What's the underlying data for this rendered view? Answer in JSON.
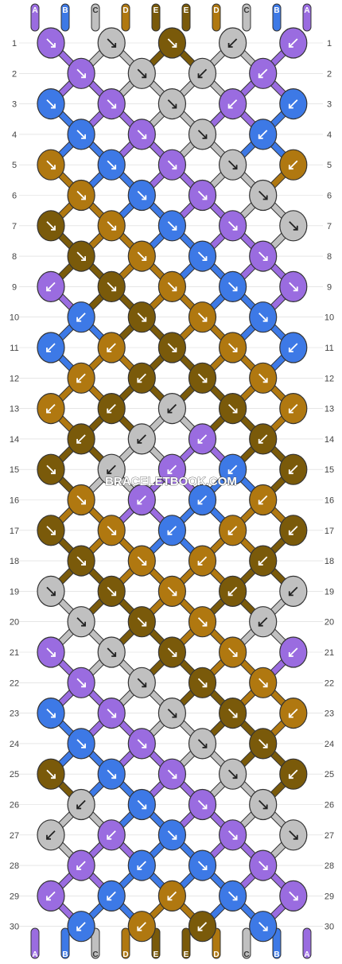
{
  "colors": {
    "A": "#9a6ce0",
    "B": "#3d79e6",
    "C": "#c0c0c0",
    "D": "#b07810",
    "E": "#7a5a0a",
    "arrow": "#ffffff",
    "arrow_on_light": "#222222",
    "outline": "#333333",
    "grid": "#d8d8d8"
  },
  "top_strands": [
    "A",
    "B",
    "C",
    "D",
    "E",
    "E",
    "D",
    "C",
    "B",
    "A"
  ],
  "bottom_strands": [
    "A",
    "B",
    "C",
    "D",
    "E",
    "E",
    "D",
    "C",
    "B",
    "A"
  ],
  "row_numbers": [
    1,
    2,
    3,
    4,
    5,
    6,
    7,
    8,
    9,
    10,
    11,
    12,
    13,
    14,
    15,
    16,
    17,
    18,
    19,
    20,
    21,
    22,
    23,
    24,
    25,
    26,
    27,
    28,
    29,
    30
  ],
  "watermark": "BRACELETBOOK.COM",
  "knot_rows": [
    {
      "row": 1,
      "knots": [
        {
          "c": "A",
          "d": "r"
        },
        {
          "c": "C",
          "d": "r"
        },
        {
          "c": "E",
          "d": "r"
        },
        {
          "c": "C",
          "d": "l"
        },
        {
          "c": "A",
          "d": "l"
        }
      ]
    },
    {
      "row": 2,
      "knots": [
        {
          "c": "A",
          "d": "r"
        },
        {
          "c": "C",
          "d": "r"
        },
        {
          "c": "C",
          "d": "l"
        },
        {
          "c": "A",
          "d": "l"
        }
      ]
    },
    {
      "row": 3,
      "knots": [
        {
          "c": "B",
          "d": "r"
        },
        {
          "c": "A",
          "d": "r"
        },
        {
          "c": "C",
          "d": "r"
        },
        {
          "c": "A",
          "d": "l"
        },
        {
          "c": "B",
          "d": "l"
        }
      ]
    },
    {
      "row": 4,
      "knots": [
        {
          "c": "B",
          "d": "r"
        },
        {
          "c": "A",
          "d": "r"
        },
        {
          "c": "C",
          "d": "r"
        },
        {
          "c": "B",
          "d": "l"
        }
      ]
    },
    {
      "row": 5,
      "knots": [
        {
          "c": "D",
          "d": "r"
        },
        {
          "c": "B",
          "d": "r"
        },
        {
          "c": "A",
          "d": "r"
        },
        {
          "c": "C",
          "d": "r"
        },
        {
          "c": "D",
          "d": "l"
        }
      ]
    },
    {
      "row": 6,
      "knots": [
        {
          "c": "D",
          "d": "r"
        },
        {
          "c": "B",
          "d": "r"
        },
        {
          "c": "A",
          "d": "r"
        },
        {
          "c": "C",
          "d": "r"
        }
      ]
    },
    {
      "row": 7,
      "knots": [
        {
          "c": "E",
          "d": "r"
        },
        {
          "c": "D",
          "d": "r"
        },
        {
          "c": "B",
          "d": "r"
        },
        {
          "c": "A",
          "d": "r"
        },
        {
          "c": "C",
          "d": "r"
        }
      ]
    },
    {
      "row": 8,
      "knots": [
        {
          "c": "E",
          "d": "r"
        },
        {
          "c": "D",
          "d": "r"
        },
        {
          "c": "B",
          "d": "r"
        },
        {
          "c": "A",
          "d": "r"
        }
      ]
    },
    {
      "row": 9,
      "knots": [
        {
          "c": "A",
          "d": "l"
        },
        {
          "c": "E",
          "d": "r"
        },
        {
          "c": "D",
          "d": "r"
        },
        {
          "c": "B",
          "d": "r"
        },
        {
          "c": "A",
          "d": "r"
        }
      ]
    },
    {
      "row": 10,
      "knots": [
        {
          "c": "B",
          "d": "l"
        },
        {
          "c": "E",
          "d": "r"
        },
        {
          "c": "D",
          "d": "r"
        },
        {
          "c": "B",
          "d": "r"
        }
      ]
    },
    {
      "row": 11,
      "knots": [
        {
          "c": "B",
          "d": "l"
        },
        {
          "c": "D",
          "d": "l"
        },
        {
          "c": "E",
          "d": "r"
        },
        {
          "c": "D",
          "d": "r"
        },
        {
          "c": "B",
          "d": "l"
        }
      ]
    },
    {
      "row": 12,
      "knots": [
        {
          "c": "D",
          "d": "l"
        },
        {
          "c": "E",
          "d": "l"
        },
        {
          "c": "E",
          "d": "r"
        },
        {
          "c": "D",
          "d": "r"
        }
      ]
    },
    {
      "row": 13,
      "knots": [
        {
          "c": "D",
          "d": "l"
        },
        {
          "c": "E",
          "d": "l"
        },
        {
          "c": "C",
          "d": "l"
        },
        {
          "c": "E",
          "d": "r"
        },
        {
          "c": "D",
          "d": "l"
        }
      ]
    },
    {
      "row": 14,
      "knots": [
        {
          "c": "E",
          "d": "l"
        },
        {
          "c": "C",
          "d": "l"
        },
        {
          "c": "A",
          "d": "l"
        },
        {
          "c": "E",
          "d": "l"
        }
      ]
    },
    {
      "row": 15,
      "knots": [
        {
          "c": "E",
          "d": "r"
        },
        {
          "c": "C",
          "d": "l"
        },
        {
          "c": "A",
          "d": "l"
        },
        {
          "c": "B",
          "d": "l"
        },
        {
          "c": "E",
          "d": "l"
        }
      ]
    },
    {
      "row": 16,
      "knots": [
        {
          "c": "D",
          "d": "r"
        },
        {
          "c": "A",
          "d": "l"
        },
        {
          "c": "B",
          "d": "l"
        },
        {
          "c": "D",
          "d": "l"
        }
      ]
    },
    {
      "row": 17,
      "knots": [
        {
          "c": "E",
          "d": "r"
        },
        {
          "c": "D",
          "d": "r"
        },
        {
          "c": "B",
          "d": "l"
        },
        {
          "c": "D",
          "d": "l"
        },
        {
          "c": "E",
          "d": "l"
        }
      ]
    },
    {
      "row": 18,
      "knots": [
        {
          "c": "E",
          "d": "r"
        },
        {
          "c": "D",
          "d": "r"
        },
        {
          "c": "D",
          "d": "l"
        },
        {
          "c": "E",
          "d": "l"
        }
      ]
    },
    {
      "row": 19,
      "knots": [
        {
          "c": "C",
          "d": "r"
        },
        {
          "c": "E",
          "d": "r"
        },
        {
          "c": "D",
          "d": "r"
        },
        {
          "c": "E",
          "d": "l"
        },
        {
          "c": "C",
          "d": "l"
        }
      ]
    },
    {
      "row": 20,
      "knots": [
        {
          "c": "C",
          "d": "r"
        },
        {
          "c": "E",
          "d": "r"
        },
        {
          "c": "D",
          "d": "r"
        },
        {
          "c": "C",
          "d": "l"
        }
      ]
    },
    {
      "row": 21,
      "knots": [
        {
          "c": "A",
          "d": "r"
        },
        {
          "c": "C",
          "d": "r"
        },
        {
          "c": "E",
          "d": "r"
        },
        {
          "c": "D",
          "d": "r"
        },
        {
          "c": "A",
          "d": "l"
        }
      ]
    },
    {
      "row": 22,
      "knots": [
        {
          "c": "A",
          "d": "r"
        },
        {
          "c": "C",
          "d": "r"
        },
        {
          "c": "E",
          "d": "r"
        },
        {
          "c": "D",
          "d": "r"
        }
      ]
    },
    {
      "row": 23,
      "knots": [
        {
          "c": "B",
          "d": "r"
        },
        {
          "c": "A",
          "d": "r"
        },
        {
          "c": "C",
          "d": "r"
        },
        {
          "c": "E",
          "d": "r"
        },
        {
          "c": "D",
          "d": "l"
        }
      ]
    },
    {
      "row": 24,
      "knots": [
        {
          "c": "B",
          "d": "r"
        },
        {
          "c": "A",
          "d": "r"
        },
        {
          "c": "C",
          "d": "r"
        },
        {
          "c": "E",
          "d": "r"
        }
      ]
    },
    {
      "row": 25,
      "knots": [
        {
          "c": "E",
          "d": "r"
        },
        {
          "c": "B",
          "d": "r"
        },
        {
          "c": "A",
          "d": "r"
        },
        {
          "c": "C",
          "d": "r"
        },
        {
          "c": "E",
          "d": "l"
        }
      ]
    },
    {
      "row": 26,
      "knots": [
        {
          "c": "C",
          "d": "l"
        },
        {
          "c": "B",
          "d": "r"
        },
        {
          "c": "A",
          "d": "r"
        },
        {
          "c": "C",
          "d": "r"
        }
      ]
    },
    {
      "row": 27,
      "knots": [
        {
          "c": "C",
          "d": "l"
        },
        {
          "c": "A",
          "d": "l"
        },
        {
          "c": "B",
          "d": "r"
        },
        {
          "c": "A",
          "d": "r"
        },
        {
          "c": "C",
          "d": "r"
        }
      ]
    },
    {
      "row": 28,
      "knots": [
        {
          "c": "A",
          "d": "l"
        },
        {
          "c": "B",
          "d": "l"
        },
        {
          "c": "B",
          "d": "r"
        },
        {
          "c": "A",
          "d": "r"
        }
      ]
    },
    {
      "row": 29,
      "knots": [
        {
          "c": "A",
          "d": "l"
        },
        {
          "c": "B",
          "d": "l"
        },
        {
          "c": "D",
          "d": "l"
        },
        {
          "c": "B",
          "d": "r"
        },
        {
          "c": "A",
          "d": "r"
        }
      ]
    },
    {
      "row": 30,
      "knots": [
        {
          "c": "B",
          "d": "l"
        },
        {
          "c": "D",
          "d": "l"
        },
        {
          "c": "E",
          "d": "l"
        },
        {
          "c": "B",
          "d": "r"
        }
      ]
    }
  ]
}
